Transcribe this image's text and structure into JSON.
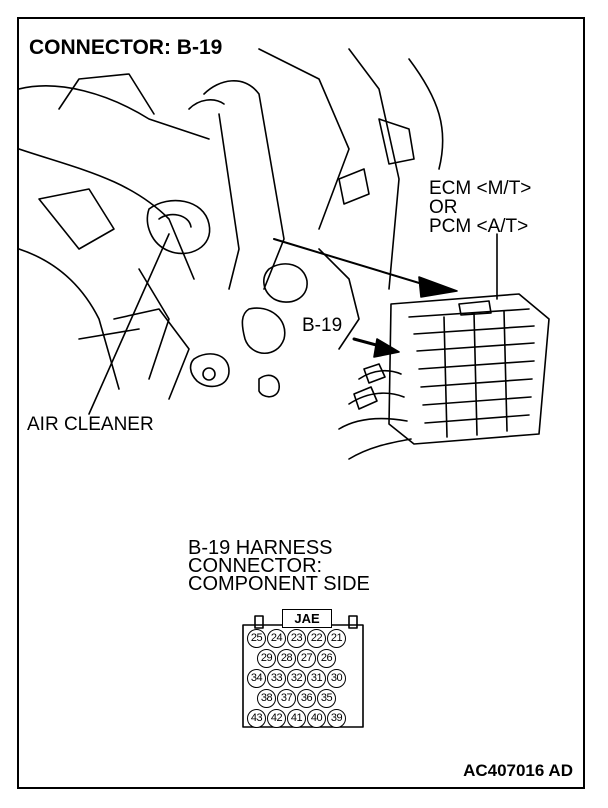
{
  "title": "CONNECTOR: B-19",
  "ecm_label": {
    "line1": "ECM <M/T>",
    "line2": "OR",
    "line3": "PCM <A/T>"
  },
  "callout": "B-19",
  "air_cleaner": "AIR CLEANER",
  "harness": {
    "line1": "B-19 HARNESS",
    "line2": "CONNECTOR:",
    "line3": "COMPONENT SIDE"
  },
  "connector_key": "JAE",
  "pin_rows": [
    [
      "25",
      "24",
      "23",
      "22",
      "21"
    ],
    [
      "29",
      "28",
      "27",
      "26"
    ],
    [
      "34",
      "33",
      "32",
      "31",
      "30"
    ],
    [
      "38",
      "37",
      "36",
      "35"
    ],
    [
      "43",
      "42",
      "41",
      "40",
      "39"
    ]
  ],
  "figure_code": "AC407016 AD"
}
